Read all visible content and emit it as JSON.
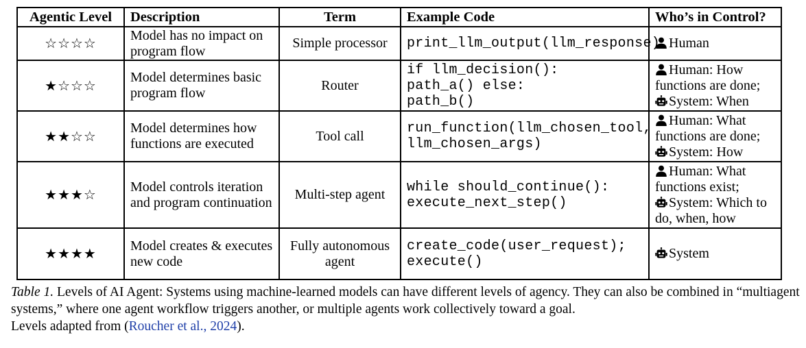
{
  "table": {
    "headers": [
      "Agentic Level",
      "Description",
      "Term",
      "Example Code",
      "Who’s in Control?"
    ],
    "rows": [
      {
        "stars": "☆☆☆☆",
        "description": "Model has no impact on program flow",
        "term": "Simple processor",
        "code": [
          "print_llm_output(llm_response)"
        ],
        "control": [
          {
            "icon": "person-icon",
            "text": "Human"
          }
        ]
      },
      {
        "stars": "★☆☆☆",
        "description": "Model determines basic program flow",
        "term": "Router",
        "code": [
          "if llm_decision():  path_a() else:",
          "path_b()"
        ],
        "control": [
          {
            "icon": "person-icon",
            "text": "Human: How functions are done;"
          },
          {
            "icon": "robot-icon",
            "text": "System: When"
          }
        ]
      },
      {
        "stars": "★★☆☆",
        "description": "Model determines how functions are executed",
        "term": "Tool call",
        "code": [
          "run_function(llm_chosen_tool,",
          "llm_chosen_args)"
        ],
        "control": [
          {
            "icon": "person-icon",
            "text": "Human: What functions are done;"
          },
          {
            "icon": "robot-icon",
            "text": "System: How"
          }
        ]
      },
      {
        "stars": "★★★☆",
        "description": "Model controls iteration and program continuation",
        "term": "Multi-step agent",
        "code": [
          "while should_continue():",
          "execute_next_step()"
        ],
        "control": [
          {
            "icon": "person-icon",
            "text": "Human: What functions exist;"
          },
          {
            "icon": "robot-icon",
            "text": "System: Which to do, when, how"
          }
        ]
      },
      {
        "stars": "★★★★",
        "description": "Model creates & executes new code",
        "term": "Fully autonomous agent",
        "code": [
          "create_code(user_request);",
          "execute()"
        ],
        "control": [
          {
            "icon": "robot-icon",
            "text": "System"
          }
        ]
      }
    ]
  },
  "caption": {
    "label": "Table 1.",
    "text": " Levels of AI Agent: Systems using machine-learned models can have different levels of agency. They can also be combined in “multiagent systems,” where one agent workflow triggers another, or multiple agents work collectively toward a goal.",
    "adapted_prefix": "Levels adapted from (",
    "citation": "Roucher et al., 2024",
    "adapted_suffix": ")."
  },
  "colors": {
    "citation_link": "#1f3fa8"
  }
}
